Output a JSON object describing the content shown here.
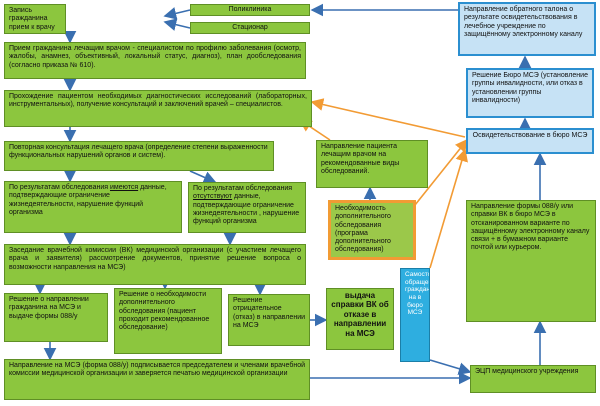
{
  "boxes": {
    "zapis": "Запись гражданина прием к врачу",
    "poliklinika": "Поликлиника",
    "stacionar": "Стационар",
    "priem": "Прием гражданина лечащим врачом - специалистом по профилю заболевания (осмотр, жалобы, анамнез, объективный, локальный статус, диагноз), план дообследования (согласно приказа № 610).",
    "prohozhdenie": "Прохождение пациентом необходимых диагностических исследований (лабораторных, инструментальных), получение консультаций и заключений врачей – специалистов.",
    "povtornaya": "Повторная консультация лечащего врача (определение степени выраженности функциональных нарушений органов и систем).",
    "imeyutsya_prefix": "По результатам обследования ",
    "imeyutsya_em": "имеются",
    "imeyutsya_suffix": " данные, подтверждающие ограничение жизнедеятельности, нарушение функций организма",
    "otsutstvuyut_prefix": "По результатам обследования ",
    "otsutstvuyut_em": "отсутствуют",
    "otsutstvuyut_suffix": " данные, подтверждающие ограничение жизнедеятельности , нарушение функций организма",
    "zasedanie": "Заседание врачебной комиссии (ВК) медицинской организации (с участием лечащего врача и заявителя) рассмотрение документов, принятие решение вопроса о возможности направления на МСЭ)",
    "reshenie_napr": "Решение о направлении гражданина на МСЭ и выдаче формы 088/у",
    "reshenie_dop": "Решение о необходимости дополнительного обследования (пациент проходит рекомендованное обследование)",
    "reshenie_otr": "Решение отрицательное (отказ) в направлении на МСЭ",
    "vydacha": "выдача справки ВК об отказе в направлении на МСЭ",
    "samostoyatelnoe": "Самостоятельное обращение граждан на в бюро МСЭ",
    "napravlenie_088": "Направление на МСЭ (форма 088/у) подписывается председателем и членами врачебной комиссии медицинской организации и заверяется печатью медицинской организации",
    "ecp": "ЭЦП медицинского учреждения",
    "napravlenie_pacienta": "Направление пациента лечащим врачом на рекомендованные виды обследований.",
    "neobhodimost": "Необходимость дополнительного обследования (програма дополнительного обследования)",
    "napr_obratnogo": "Направление обратного талона о результате освидетельствования в лечебное учреждение по защищённому электронному каналу",
    "reshenie_byuro": "Решение Бюро МСЭ (установление группы инвалидности, или отказ в установлении группы инвалидности)",
    "osvidetelstvovanie": "Освидетельствование в бюро МСЭ",
    "napr_formy": "Направление формы 088/у или справки ВК в бюро МСЭ в отсканированном варианте по защищённому электронному каналу связи + в бумажном варианте почтой или курьером."
  },
  "colors": {
    "green": "#8cc63e",
    "blue_border": "#2b8fd0",
    "blue_fill": "#c6e2f5",
    "cyan": "#2eaee0",
    "orange": "#f29b34",
    "arrow_blue": "#3a6fb0"
  }
}
